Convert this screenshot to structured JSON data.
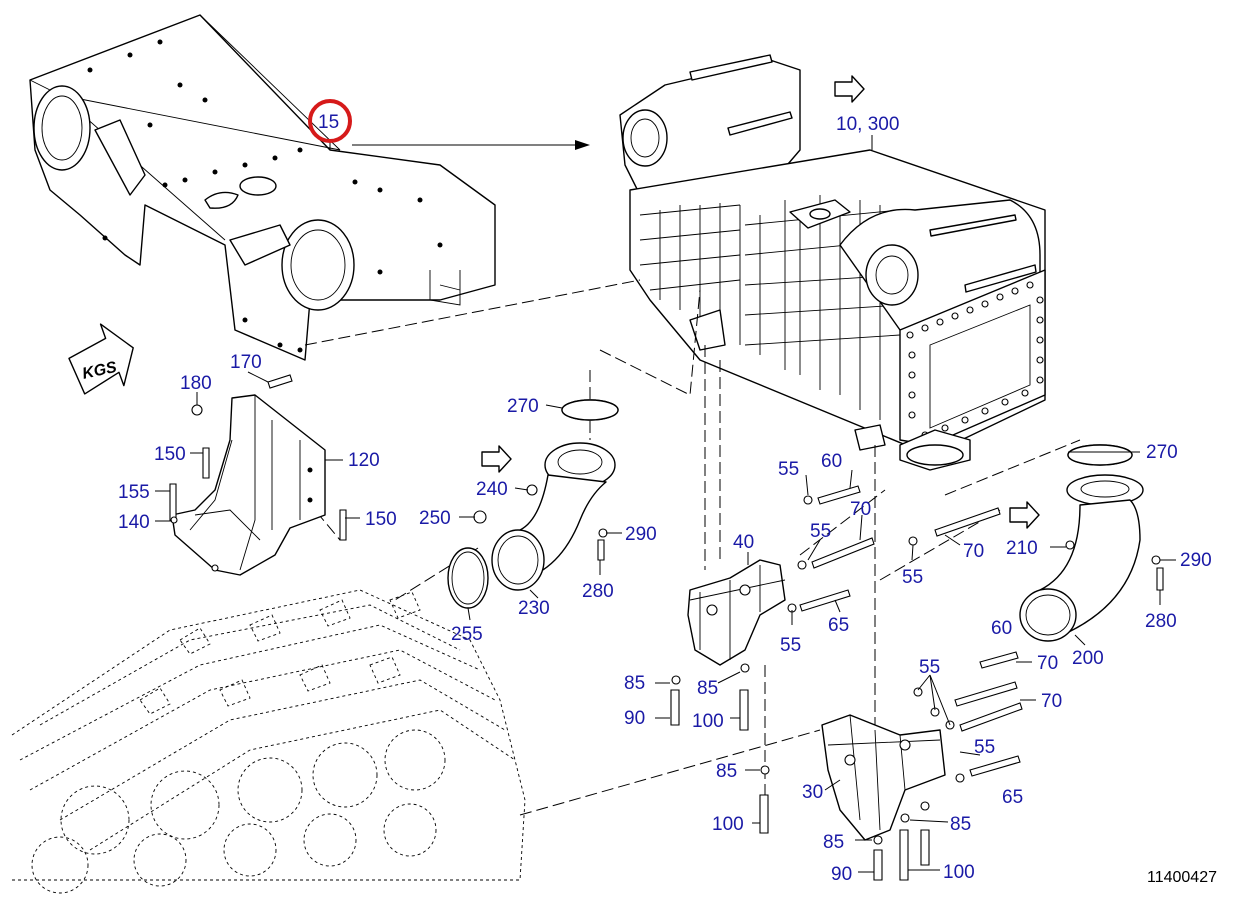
{
  "drawing_number": "11400427",
  "direction_marker": "KGS",
  "highlighted_callout": "15",
  "highlight_color": "#d61a1a",
  "callout_color": "#1a1aa6",
  "callouts": {
    "c15": "15",
    "c10_300": "10, 300",
    "c170": "170",
    "c180": "180",
    "c150a": "150",
    "c120": "120",
    "c155": "155",
    "c140": "140",
    "c150b": "150",
    "c270a": "270",
    "c240": "240",
    "c250": "250",
    "c290a": "290",
    "c280a": "280",
    "c230": "230",
    "c255": "255",
    "c55a": "55",
    "c60a": "60",
    "c70a": "70",
    "c55b": "55",
    "c40": "40",
    "c55c": "55",
    "c65a": "65",
    "c55d": "55",
    "c70b": "70",
    "c270b": "270",
    "c210": "210",
    "c290b": "290",
    "c280b": "280",
    "c200": "200",
    "c60b": "60",
    "c70c": "70",
    "c55e": "55",
    "c70d": "70",
    "c85a": "85",
    "c85b": "85",
    "c90a": "90",
    "c100a": "100",
    "c85c": "85",
    "c100b": "100",
    "c55f": "55",
    "c30": "30",
    "c65b": "65",
    "c85d": "85",
    "c85e": "85",
    "c90b": "90",
    "c100c": "100"
  }
}
